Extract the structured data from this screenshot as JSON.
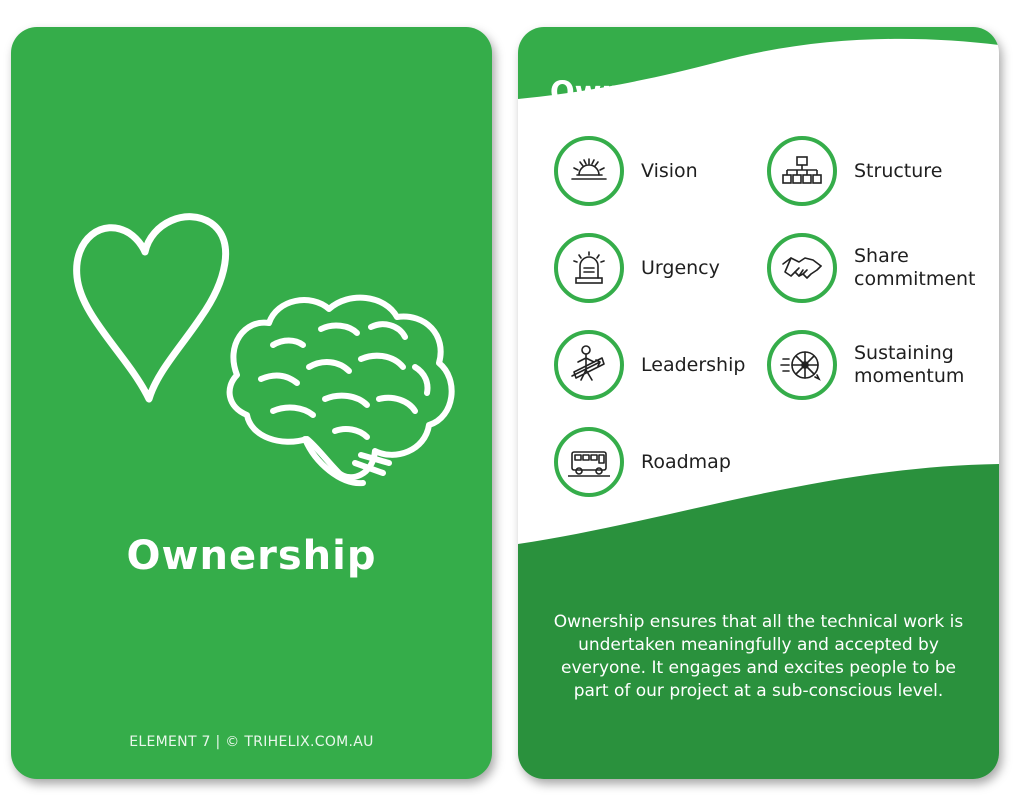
{
  "front": {
    "title": "Ownership",
    "footer": "ELEMENT 7  |  © TRIHELIX.COM.AU",
    "illustration_icons": [
      "heart-icon",
      "brain-icon"
    ]
  },
  "back": {
    "title": "Ownership",
    "items": [
      {
        "label": "Vision",
        "icon": "sunrise-icon"
      },
      {
        "label": "Structure",
        "icon": "org-chart-icon"
      },
      {
        "label": "Urgency",
        "icon": "siren-icon"
      },
      {
        "label": "Share\ncommitment",
        "icon": "handshake-icon"
      },
      {
        "label": "Leadership",
        "icon": "leader-arrow-icon"
      },
      {
        "label": "Sustaining\nmomentum",
        "icon": "wheel-icon"
      },
      {
        "label": "Roadmap",
        "icon": "bus-icon"
      }
    ],
    "description": "Ownership ensures that all the technical work is undertaken meaningfully and accepted by everyone. It engages and excites people to be part of our project at a sub-conscious level."
  },
  "colors": {
    "card_green": "#35ad4a",
    "dark_green": "#2a913d",
    "white": "#ffffff"
  }
}
